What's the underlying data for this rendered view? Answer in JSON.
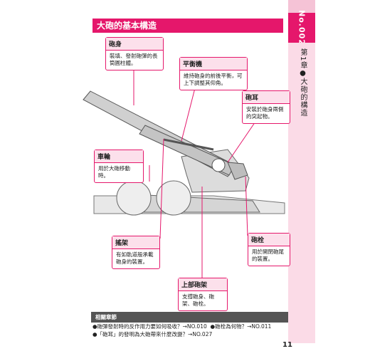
{
  "header": {
    "title": "大砲的基本構造"
  },
  "side": {
    "number": "No.002",
    "chapter": "第1章●大砲的構造"
  },
  "callouts": {
    "barrel": {
      "title": "砲身",
      "desc": "裝填、發射砲彈的長筒圓柱體。"
    },
    "balancer": {
      "title": "平衡機",
      "desc": "維持砲身的前後平衡，可上下調整其仰角。"
    },
    "trunnion": {
      "title": "砲耳",
      "desc": "安裝於砲身兩側的突起物。"
    },
    "wheels": {
      "title": "車輪",
      "desc": "用於大砲移動時。"
    },
    "trail": {
      "title": "搖架",
      "desc": "有如軌道般承載砲身的裝置。"
    },
    "breech": {
      "title": "砲栓",
      "desc": "用於開閉砲尾的裝置。"
    },
    "carriage": {
      "title": "上部砲架",
      "desc": "支撐砲身、砲架、砲栓。"
    }
  },
  "related": {
    "heading": "相關章節",
    "line1a": "●砲彈發射時的反作用力要如何吸收？→NO.010",
    "line1b": "●砲栓為何物？→NO.011",
    "line2": "●「砲耳」的發明為大砲帶來什麼改變？→NO.027"
  },
  "page_number": "11",
  "colors": {
    "accent": "#e5176b",
    "light": "#fbdbe7"
  }
}
